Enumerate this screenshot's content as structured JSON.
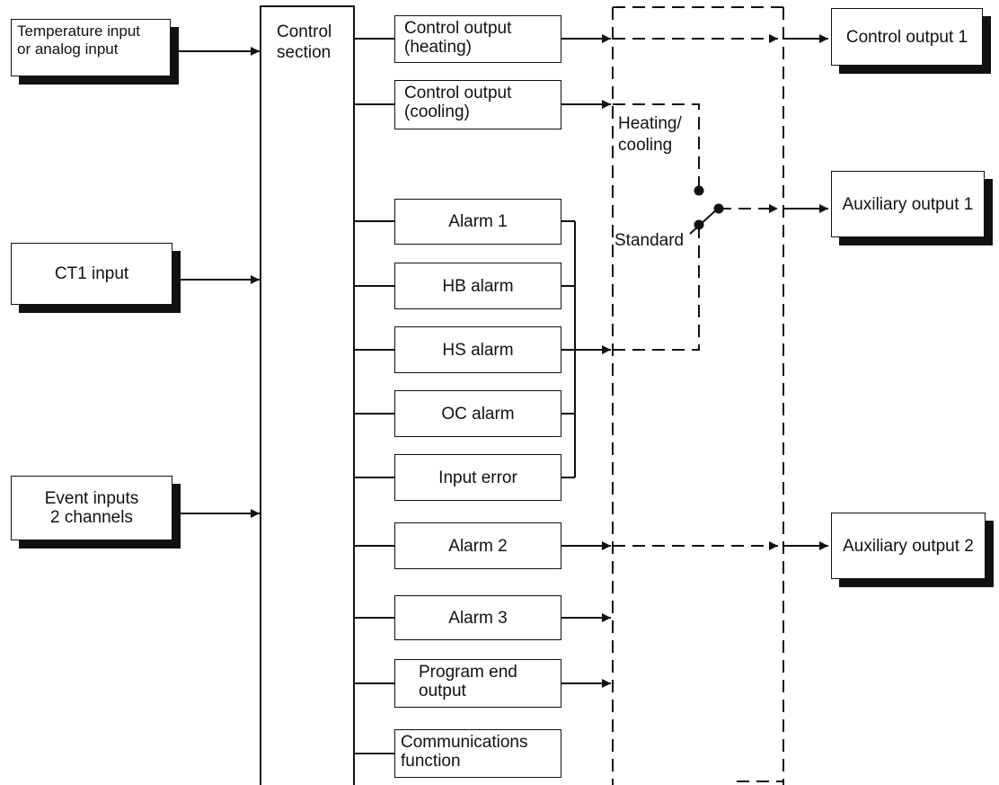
{
  "inputs": {
    "temperature": "Temperature input\nor analog input",
    "ct1": "CT1 input",
    "event": "Event inputs\n2 channels"
  },
  "control_section": "Control\nsection",
  "functions": {
    "ctrl_heating": "Control output\n(heating)",
    "ctrl_cooling": "Control output\n(cooling)",
    "alarm1": "Alarm 1",
    "hb_alarm": "HB alarm",
    "hs_alarm": "HS alarm",
    "oc_alarm": "OC alarm",
    "input_error": "Input error",
    "alarm2": "Alarm 2",
    "alarm3": "Alarm 3",
    "program_end": "Program end\noutput",
    "communications": "Communications\nfunction"
  },
  "switch_labels": {
    "heating_cooling": "Heating/\ncooling",
    "standard": "Standard"
  },
  "outputs": {
    "control_output_1": "Control output 1",
    "auxiliary_output_1": "Auxiliary output 1",
    "auxiliary_output_2": "Auxiliary output 2"
  }
}
